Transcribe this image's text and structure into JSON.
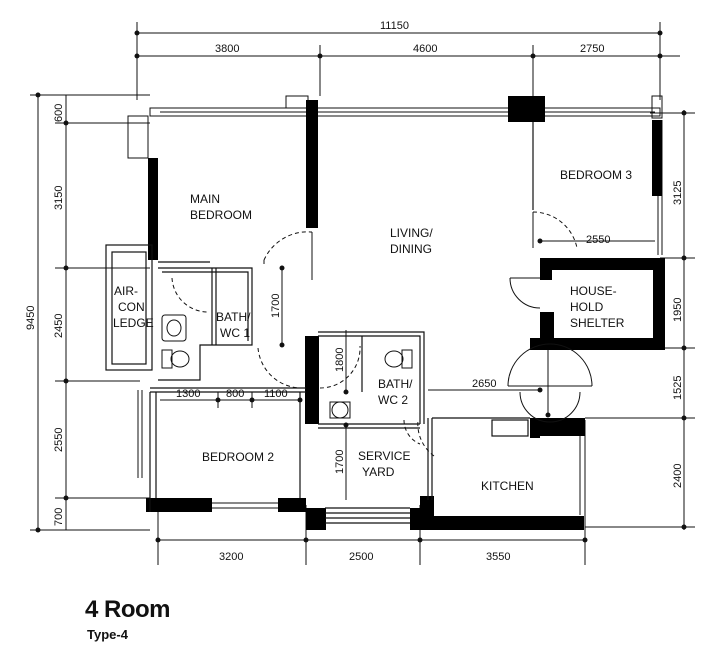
{
  "title": "4 Room",
  "subtitle": "Type-4",
  "rooms": {
    "main_bedroom": [
      "MAIN",
      "BEDROOM"
    ],
    "living_dining": [
      "LIVING/",
      "DINING"
    ],
    "bedroom_3": [
      "BEDROOM 3"
    ],
    "household_shelter": [
      "HOUSE-",
      "HOLD",
      "SHELTER"
    ],
    "aircon_ledge": [
      "AIR-",
      "CON",
      "LEDGE"
    ],
    "bath_wc_1": [
      "BATH/",
      "WC 1"
    ],
    "bath_wc_2": [
      "BATH/",
      "WC 2"
    ],
    "bedroom_2": [
      "BEDROOM 2"
    ],
    "service_yard": [
      "SERVICE",
      "YARD"
    ],
    "kitchen": [
      "KITCHEN"
    ]
  },
  "dimensions": {
    "top_total": "11150",
    "top_1": "3800",
    "top_2": "4600",
    "top_3": "2750",
    "left_total": "9450",
    "left_1": "600",
    "left_2": "3150",
    "left_3": "2450",
    "left_4": "2550",
    "left_5": "700",
    "right_1": "3125",
    "right_2": "1950",
    "right_3": "1525",
    "right_4": "2400",
    "bottom_1": "3200",
    "bottom_2": "2500",
    "bottom_3": "3550",
    "inner_1300": "1300",
    "inner_800": "800",
    "inner_1100": "1100",
    "inner_1700a": "1700",
    "inner_1800": "1800",
    "inner_1700b": "1700",
    "inner_2650": "2650",
    "inner_2550": "2550"
  },
  "colors": {
    "wall": "#000000",
    "line": "#111111",
    "background": "#ffffff"
  }
}
